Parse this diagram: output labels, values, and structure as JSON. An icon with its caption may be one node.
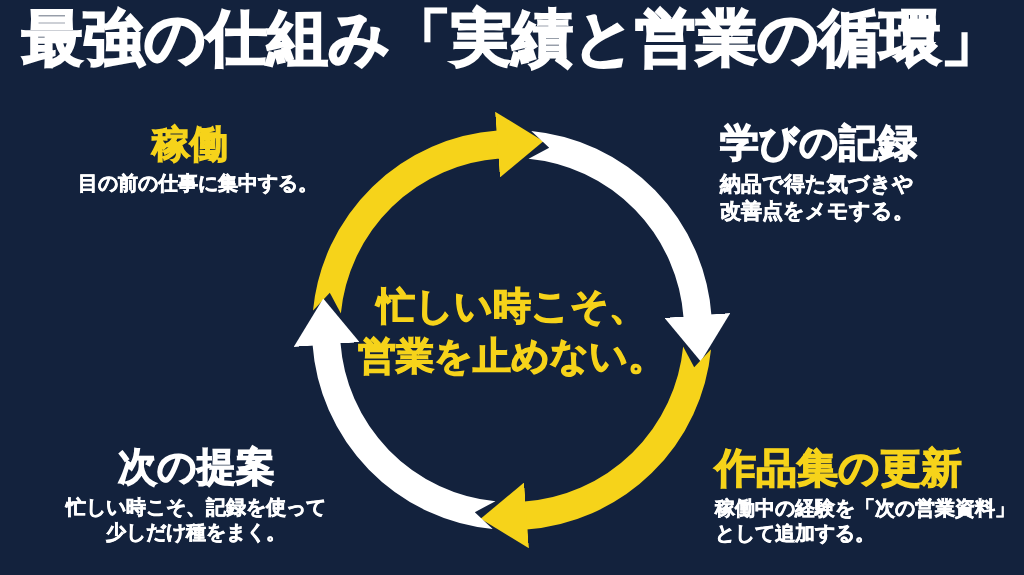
{
  "diagram": {
    "title": "最強の仕組み「実績と営業の循環」",
    "labels": [
      "稼働",
      "目の前の仕事に集中する。",
      "学びの記録",
      "納品で得た気づきや改善点をメモする。",
      "忙しい時こそ、営業を止めない。",
      "次の提案",
      "忙しい時こそ、記録を使って少しだけ種をまく。",
      "作品集の更新",
      "稼働中の経験を「次の営業資料」として追加する。"
    ]
  }
}
